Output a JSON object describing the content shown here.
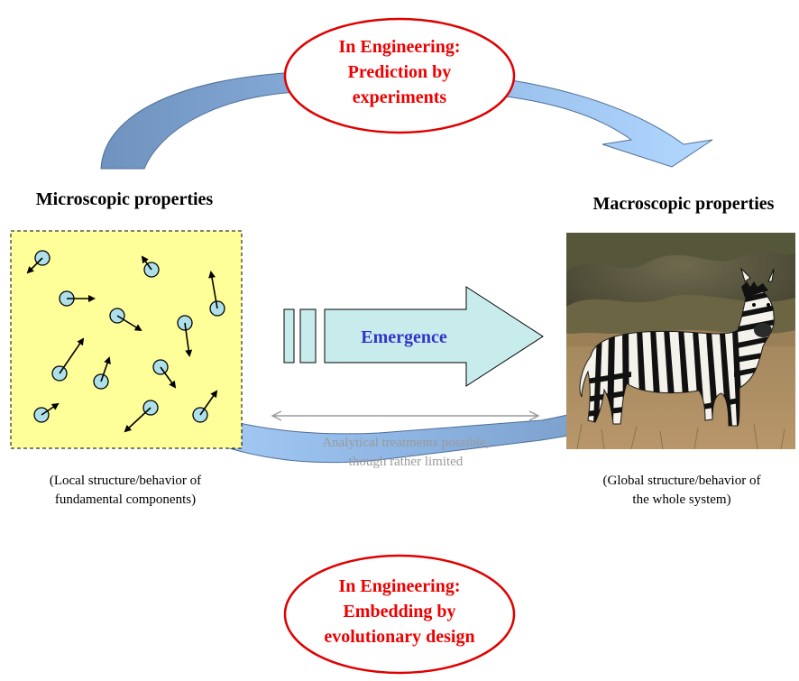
{
  "diagram": {
    "top_ellipse": [
      "In Engineering:",
      "Prediction by",
      "experiments"
    ],
    "bottom_ellipse": [
      "In Engineering:",
      "Embedding by",
      "evolutionary design"
    ],
    "left_heading": "Microscopic properties",
    "right_heading": "Macroscopic properties",
    "left_caption": [
      "(Local structure/behavior of",
      "fundamental components)"
    ],
    "right_caption": [
      "(Global structure/behavior of",
      "the whole system)"
    ],
    "center_arrow_label": "Emergence",
    "analytical_note": [
      "Analytical treatments possible,",
      "though rather limited"
    ],
    "colors": {
      "ellipse_border": "#e00000",
      "ellipse_text": "#ee0000",
      "emergence_fill": "#c8ecec",
      "emergence_text": "#3333cc",
      "micro_box_fill": "#ffff99",
      "particle_fill": "#aee0ea",
      "arrow_dark": "#7a9ec8",
      "arrow_light": "#a9d1f8",
      "gray": "#9a9a9a"
    },
    "icons": [
      "curved-arrow",
      "particle-with-velocity-arrow",
      "zebra-photo",
      "double-headed-arrow"
    ]
  }
}
